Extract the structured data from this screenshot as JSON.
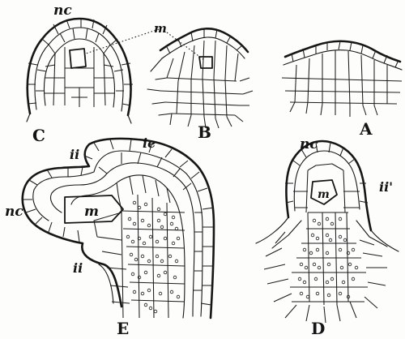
{
  "figure": {
    "panel_letters": {
      "a": "A",
      "b": "B",
      "c": "C",
      "d": "D",
      "e": "E"
    },
    "labels": {
      "nc": "nc",
      "m": "m",
      "ii": "ii",
      "ie": "ie",
      "ii_prime": "ii'"
    }
  }
}
